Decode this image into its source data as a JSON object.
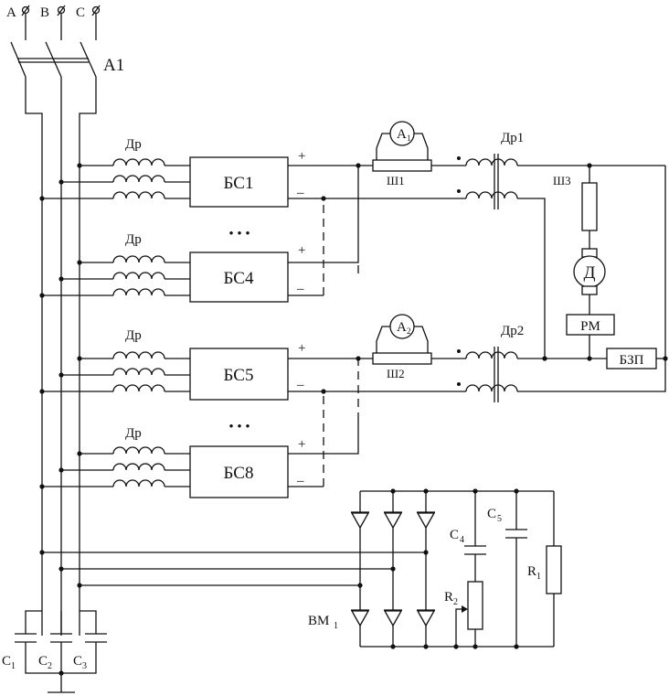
{
  "phases": {
    "a": "A",
    "b": "B",
    "c": "C"
  },
  "breaker": "A1",
  "choke": "Др",
  "blocks": {
    "b1": "БС1",
    "b4": "БС4",
    "b5": "БС5",
    "b8": "БС8"
  },
  "ellipsis": "•   •   •",
  "polarity": {
    "plus": "+",
    "minus": "–"
  },
  "ammeter": {
    "a1": "A",
    "a1_sub": "1",
    "a2": "A",
    "a2_sub": "2"
  },
  "shunts": {
    "s1": "Ш1",
    "s2": "Ш2",
    "s3": "Ш3"
  },
  "chokes_dc": {
    "d1": "Др1",
    "d2": "Др2"
  },
  "motor": "Д",
  "rm": "РМ",
  "bzp": "БЗП",
  "capacitors": {
    "c1": "C",
    "c1_sub": "1",
    "c2": "C",
    "c2_sub": "2",
    "c3": "C",
    "c3_sub": "3",
    "c4": "C",
    "c4_sub": "4",
    "c5": "C",
    "c5_sub": "5"
  },
  "resistors": {
    "r1": "R",
    "r1_sub": "1",
    "r2": "R",
    "r2_sub": "2"
  },
  "bridge": {
    "label": "BM",
    "sub": "1"
  }
}
